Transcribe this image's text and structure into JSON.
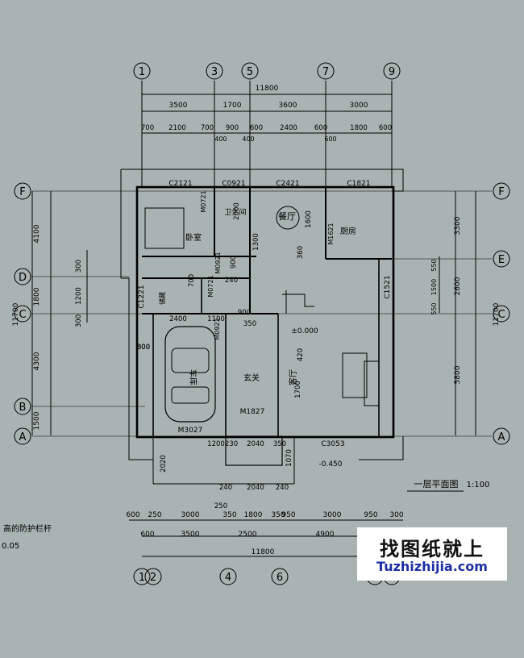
{
  "drawing": {
    "title": "一层平面图",
    "scale": "1:100",
    "note_left_1": "高的防护栏杆",
    "note_left_2": "0.05"
  },
  "axes": {
    "top": [
      "1",
      "3",
      "5",
      "7",
      "9"
    ],
    "bottom": [
      "1",
      "2",
      "4",
      "6",
      "8",
      "9"
    ],
    "left": [
      "F",
      "D",
      "C",
      "B",
      "A"
    ],
    "right": [
      "F",
      "E",
      "C",
      "A"
    ]
  },
  "dimensions": {
    "top_total": "11800",
    "top_row1": [
      "3500",
      "1700",
      "3600",
      "3000"
    ],
    "top_row2": [
      "700",
      "2100",
      "700",
      "900",
      "600",
      "2400",
      "600",
      "1800",
      "600"
    ],
    "top_row3": [
      "400",
      "400",
      "600"
    ],
    "bottom_row1": [
      "600",
      "250",
      "3000",
      "350",
      "1800",
      "350",
      "950",
      "3000",
      "950",
      "300"
    ],
    "bottom_row2": [
      "600",
      "3500",
      "2500",
      "4900"
    ],
    "bottom_total": "11800",
    "left_total": "11700",
    "left_outer": [
      "4100",
      "1800",
      "4300",
      "1500"
    ],
    "left_inner": [
      "300",
      "1200",
      "300",
      "800"
    ],
    "right_total": "11700",
    "right_outer": [
      "3300",
      "2600",
      "5800"
    ],
    "right_inner": [
      "550",
      "1500",
      "550"
    ],
    "porch": [
      "2020",
      "240",
      "2040",
      "240",
      "250",
      "1200",
      "230",
      "2040",
      "350",
      "1070"
    ]
  },
  "rooms": {
    "bedroom": "卧室",
    "bathroom": "卫生间",
    "dining": "餐厅",
    "kitchen": "厨房",
    "garage": "车库",
    "foyer": "玄关",
    "living": "客厅",
    "storage": "储藏"
  },
  "openings": {
    "c2121": "C2121",
    "c0921": "C0921",
    "c2421": "C2421",
    "c1821": "C1821",
    "c1521": "C1521",
    "c1221": "C1221",
    "c3053": "C3053",
    "m0721a": "M0721",
    "m0921": "M0921",
    "m0721b": "M0721",
    "m0921b": "M0921",
    "m1621": "M1621",
    "m1827": "M1827",
    "m3027": "M3027"
  },
  "levels": {
    "floor": "±0.000",
    "porch": "-0.450"
  },
  "misc_dims": [
    "2000",
    "1300",
    "1600",
    "360",
    "900",
    "240",
    "700",
    "2400",
    "1100",
    "900",
    "350",
    "420",
    "1700",
    "800"
  ],
  "watermark": {
    "cn": "找图纸就上",
    "url": "Tuzhizhijia.com"
  }
}
